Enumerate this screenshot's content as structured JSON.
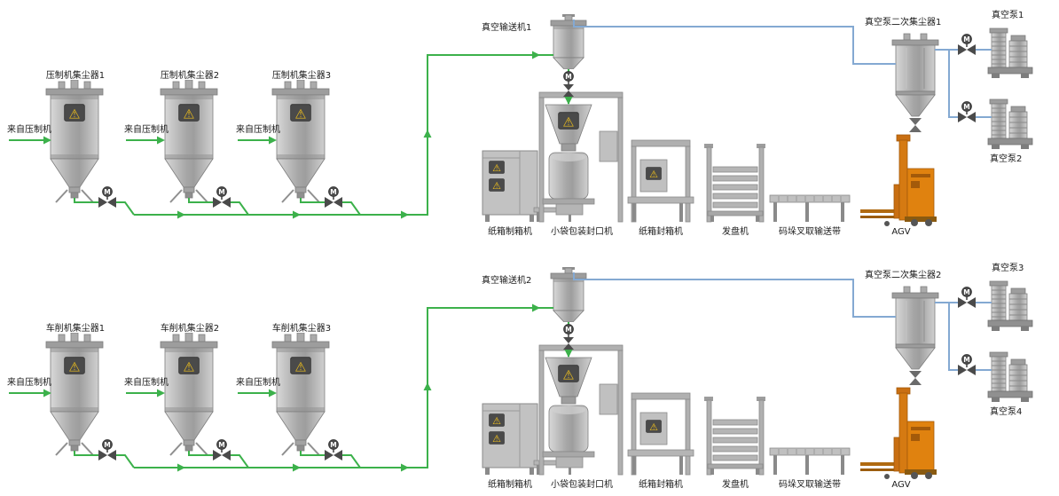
{
  "rows": [
    {
      "collectors": [
        {
          "label": "压制机集尘器1",
          "feed": "来自压制机"
        },
        {
          "label": "压制机集尘器2",
          "feed": "来自压制机"
        },
        {
          "label": "压制机集尘器3",
          "feed": "来自压制机"
        }
      ],
      "vacuum_conveyor": "真空输送机1",
      "secondary_collector": "真空泵二次集尘器1",
      "pump_top": "真空泵1",
      "pump_bottom": "真空泵2",
      "equipment": [
        "纸箱制箱机",
        "小袋包装封口机",
        "纸箱封箱机",
        "发盘机",
        "码垛叉取输送带",
        "AGV"
      ]
    },
    {
      "collectors": [
        {
          "label": "车削机集尘器1",
          "feed": "来自压制机"
        },
        {
          "label": "车削机集尘器2",
          "feed": "来自压制机"
        },
        {
          "label": "车削机集尘器3",
          "feed": "来自压制机"
        }
      ],
      "vacuum_conveyor": "真空输送机2",
      "secondary_collector": "真空泵二次集尘器2",
      "pump_top": "真空泵3",
      "pump_bottom": "真空泵4",
      "equipment": [
        "纸箱制箱机",
        "小袋包装封口机",
        "纸箱封箱机",
        "发盘机",
        "码垛叉取输送带",
        "AGV"
      ]
    }
  ],
  "icons": {
    "warning": "⚠",
    "motor": "M"
  },
  "colors": {
    "pipe_green": "#3cb14b",
    "pipe_blue": "#84a9d2",
    "agv_orange": "#e0820f",
    "warning_yellow": "#f2c21c",
    "equipment_gray": "#bdbdbd"
  }
}
